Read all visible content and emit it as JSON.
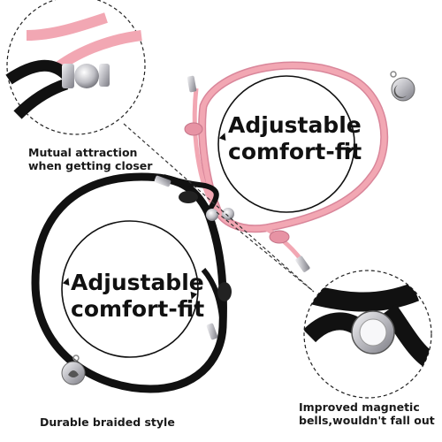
{
  "labels": {
    "adjustable_top_line1": "Adjustable",
    "adjustable_top_line2": "comfort-fit",
    "adjustable_bottom_line1": "Adjustable",
    "adjustable_bottom_line2": "comfort-fit",
    "mutual_line1": "Mutual attraction",
    "mutual_line2": "when getting closer",
    "durable": "Durable braided style",
    "magnetic_line1": "Improved magnetic",
    "magnetic_line2": "bells,wouldn't fall out"
  },
  "colors": {
    "pink_cord": "#f2a7b3",
    "pink_shadow": "#d9869a",
    "black_cord": "#1a1a1a",
    "silver": "#c8c8cc",
    "text": "#1a1a1a",
    "dashed": "#333333"
  }
}
